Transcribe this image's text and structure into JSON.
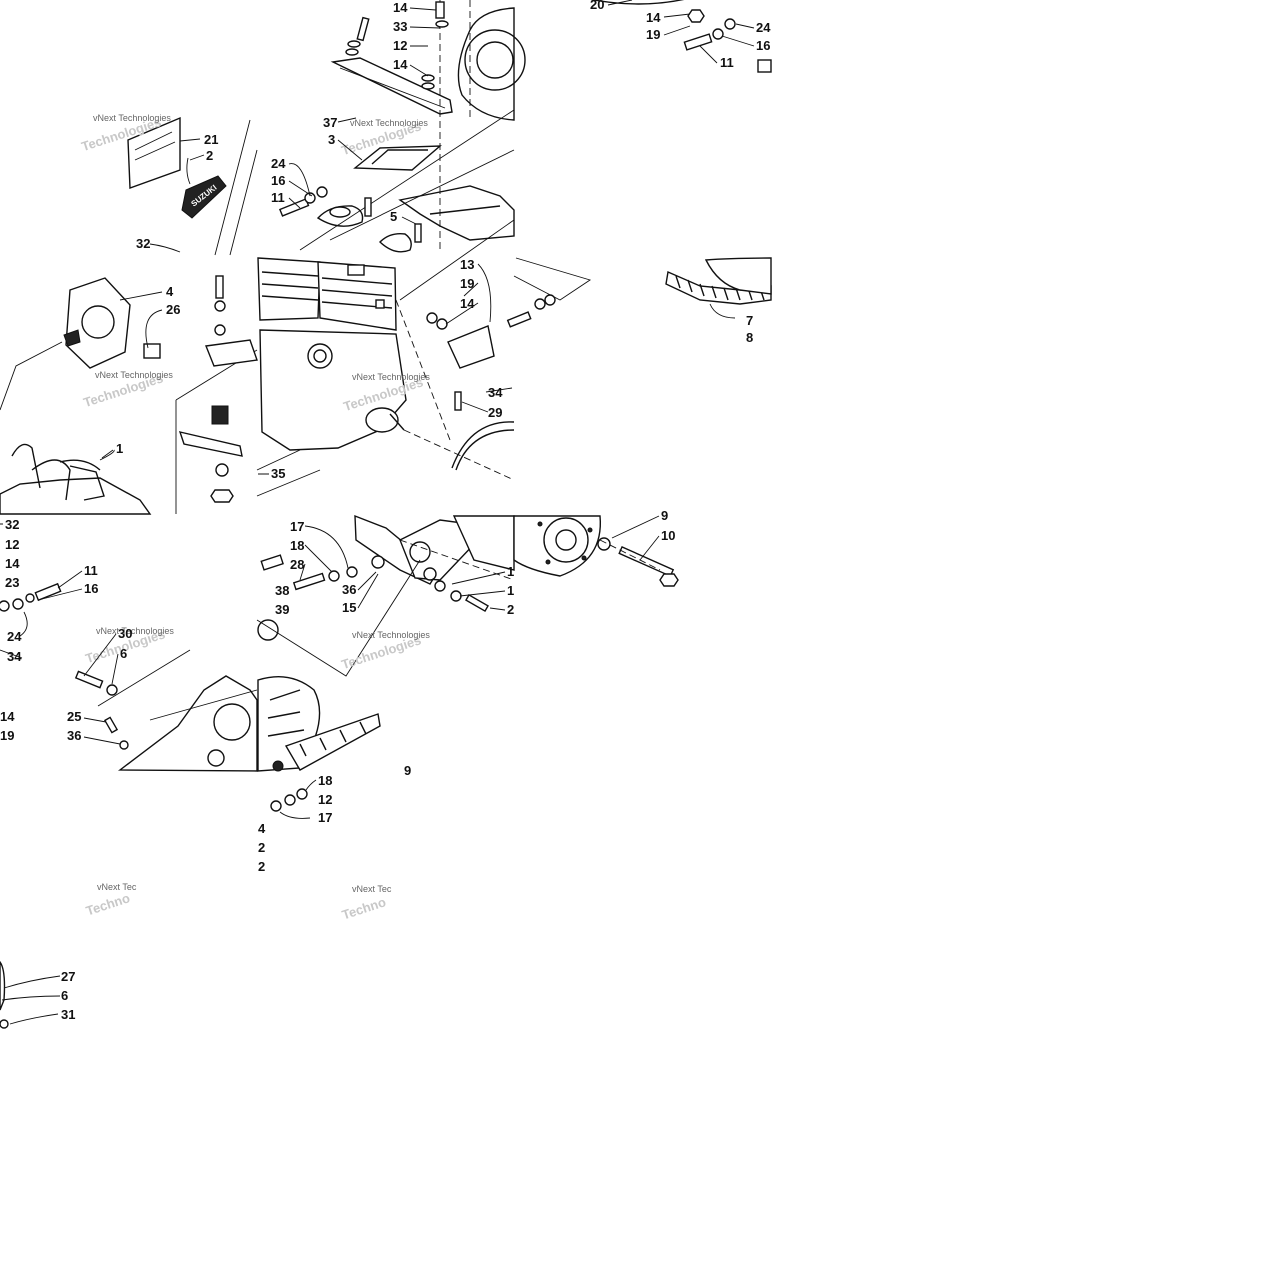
{
  "diagram": {
    "watermark": "vNext Technologies",
    "brand_plate_text": "SUZUKI",
    "callouts": [
      "14",
      "33",
      "12",
      "14",
      "37",
      "3",
      "24",
      "16",
      "11",
      "5",
      "13",
      "19",
      "14",
      "34",
      "29",
      "35",
      "4",
      "26",
      "1",
      "21",
      "2",
      "32",
      "20",
      "14",
      "19",
      "24",
      "16",
      "11",
      "7",
      "8",
      "17",
      "18",
      "28",
      "36",
      "15",
      "38",
      "39",
      "1",
      "1",
      "2",
      "9",
      "10",
      "32",
      "12",
      "14",
      "23",
      "11",
      "16",
      "24",
      "34",
      "30",
      "6",
      "25",
      "36",
      "14",
      "19",
      "18",
      "12",
      "17",
      "4",
      "2",
      "2",
      "9",
      "27",
      "6",
      "31"
    ]
  }
}
